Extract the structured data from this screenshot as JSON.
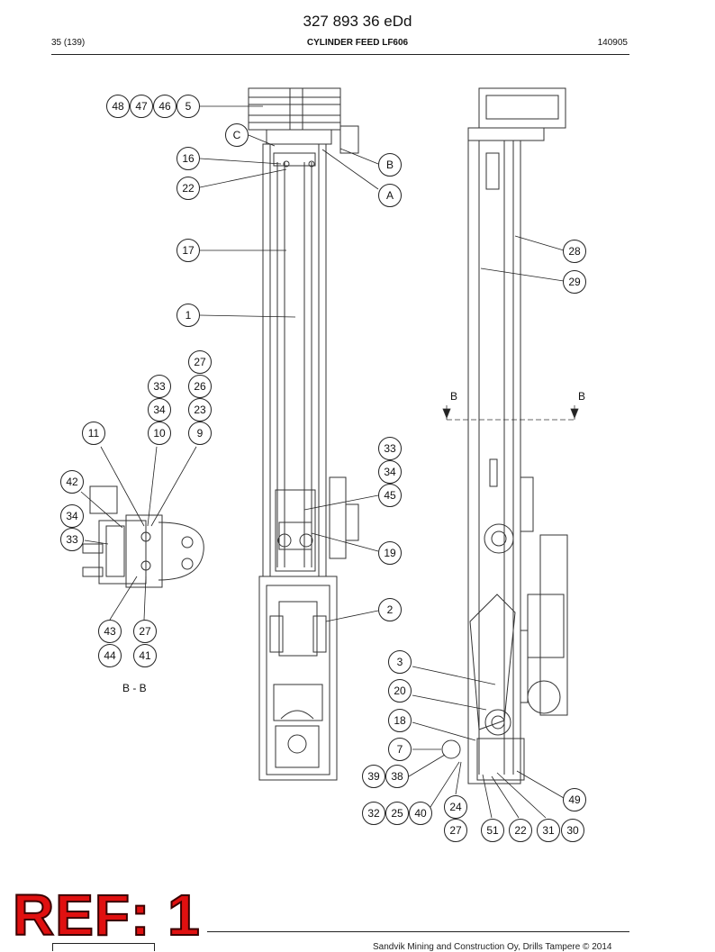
{
  "header": {
    "doc_number": "327 893 36 eDd",
    "page": "35 (139)",
    "title": "CYLINDER FEED LF606",
    "date_code": "140905"
  },
  "drawing": {
    "section_view_label": "B - B",
    "section_arrow_labels": [
      "B",
      "B"
    ],
    "balloons": [
      {
        "id": "b48",
        "text": "48"
      },
      {
        "id": "b47",
        "text": "47"
      },
      {
        "id": "b46",
        "text": "46"
      },
      {
        "id": "b5",
        "text": "5"
      },
      {
        "id": "bC",
        "text": "C"
      },
      {
        "id": "b16",
        "text": "16"
      },
      {
        "id": "bB",
        "text": "B"
      },
      {
        "id": "b22a",
        "text": "22"
      },
      {
        "id": "bA",
        "text": "A"
      },
      {
        "id": "b17",
        "text": "17"
      },
      {
        "id": "b28",
        "text": "28"
      },
      {
        "id": "b29",
        "text": "29"
      },
      {
        "id": "b1",
        "text": "1"
      },
      {
        "id": "b27a",
        "text": "27"
      },
      {
        "id": "b33a",
        "text": "33"
      },
      {
        "id": "b26",
        "text": "26"
      },
      {
        "id": "b34a",
        "text": "34"
      },
      {
        "id": "b23",
        "text": "23"
      },
      {
        "id": "b11",
        "text": "11"
      },
      {
        "id": "b10",
        "text": "10"
      },
      {
        "id": "b9",
        "text": "9"
      },
      {
        "id": "b33b",
        "text": "33"
      },
      {
        "id": "b34b",
        "text": "34"
      },
      {
        "id": "b42",
        "text": "42"
      },
      {
        "id": "b45",
        "text": "45"
      },
      {
        "id": "b34c",
        "text": "34"
      },
      {
        "id": "b33c",
        "text": "33"
      },
      {
        "id": "b19",
        "text": "19"
      },
      {
        "id": "b2",
        "text": "2"
      },
      {
        "id": "b43",
        "text": "43"
      },
      {
        "id": "b27b",
        "text": "27"
      },
      {
        "id": "b44",
        "text": "44"
      },
      {
        "id": "b41",
        "text": "41"
      },
      {
        "id": "b3",
        "text": "3"
      },
      {
        "id": "b20",
        "text": "20"
      },
      {
        "id": "b18",
        "text": "18"
      },
      {
        "id": "b7",
        "text": "7"
      },
      {
        "id": "b39",
        "text": "39"
      },
      {
        "id": "b38",
        "text": "38"
      },
      {
        "id": "b49",
        "text": "49"
      },
      {
        "id": "b24",
        "text": "24"
      },
      {
        "id": "b32",
        "text": "32"
      },
      {
        "id": "b25",
        "text": "25"
      },
      {
        "id": "b40",
        "text": "40"
      },
      {
        "id": "b27c",
        "text": "27"
      },
      {
        "id": "b51",
        "text": "51"
      },
      {
        "id": "b22b",
        "text": "22"
      },
      {
        "id": "b31",
        "text": "31"
      },
      {
        "id": "b30",
        "text": "30"
      }
    ]
  },
  "stamp": {
    "text": "REF: 1"
  },
  "footer": {
    "text": "Sandvik Mining and Construction Oy, Drills Tampere © 2014"
  },
  "colors": {
    "stamp": "#e01010",
    "line": "#222222"
  }
}
